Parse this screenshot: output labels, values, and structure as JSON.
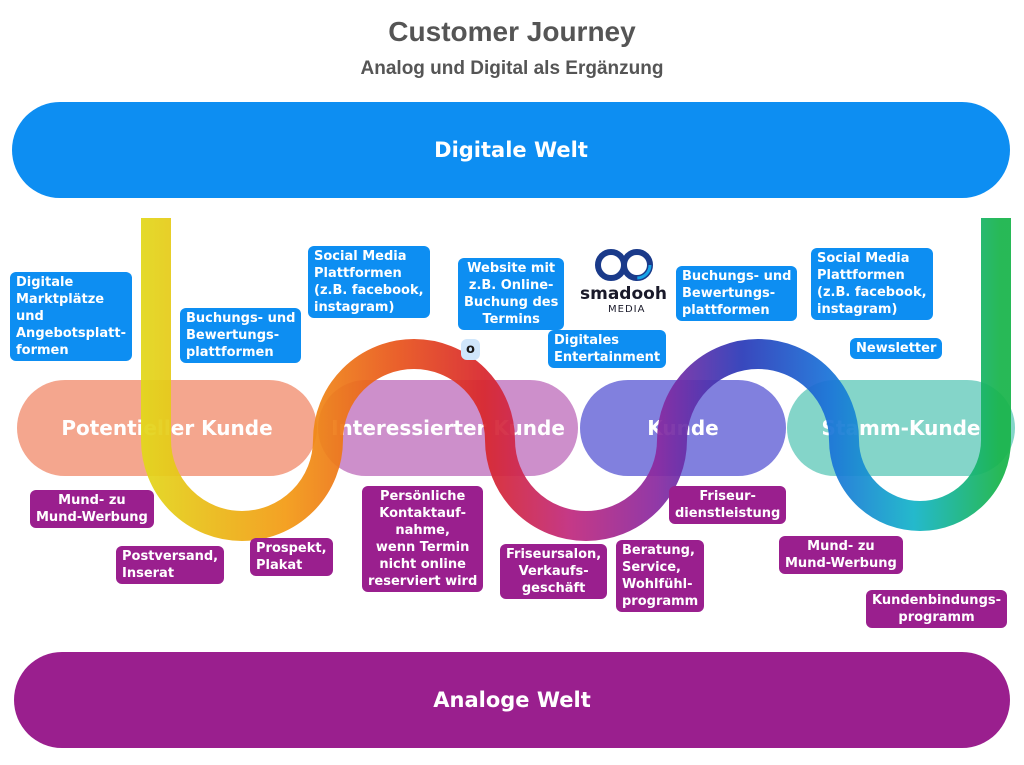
{
  "title": "Customer Journey",
  "subtitle": "Analog und Digital als Ergänzung",
  "worlds": {
    "digital": {
      "label": "Digitale Welt",
      "color": "#0d8ef2"
    },
    "analog": {
      "label": "Analoge Welt",
      "color": "#9a1f8e"
    }
  },
  "stages": [
    {
      "label": "Potentieller Kunde",
      "color": "#f4a68e"
    },
    {
      "label": "Interessierter Kunde",
      "color": "#cd8fcb"
    },
    {
      "label": "Kunde",
      "color": "#8180de"
    },
    {
      "label": "Stamm-Kunde",
      "color": "#84d5c9"
    }
  ],
  "logo": {
    "name": "smadooh",
    "sub": "MEDIA",
    "icon": "infinity-logo-icon"
  },
  "digital_labels": [
    "Digitale\nMarktplätze\nund\nAngebotsplatt-\nformen",
    "Buchungs- und\nBewertungs-\nplattformen",
    "Social Media\nPlattformen\n(z.B. facebook,\ninstagram)",
    "Website mit\nz.B. Online-\nBuchung des\nTermins",
    "o",
    "Digitales\nEntertainment",
    "Buchungs- und\nBewertungs-\nplattformen",
    "Social Media\nPlattformen\n(z.B. facebook,\ninstagram)",
    "Newsletter"
  ],
  "analog_labels": [
    "Mund- zu\nMund-Werbung",
    "Postversand,\nInserat",
    "Prospekt,\nPlakat",
    "Persönliche\nKontaktauf-\nnahme,\nwenn Termin\nnicht online\nreserviert wird",
    "Friseursalon,\nVerkaufs-\ngeschäft",
    "Beratung,\nService,\nWohlfühl-\nprogramm",
    "Friseur-\ndienstleistung",
    "Mund- zu\nMund-Werbung",
    "Kundenbindungs-\nprogramm"
  ],
  "colors": {
    "digital_label_bg": "#0d8ef2",
    "analog_label_bg": "#9a1f8e",
    "logo_blue": "#1a3a8a"
  }
}
